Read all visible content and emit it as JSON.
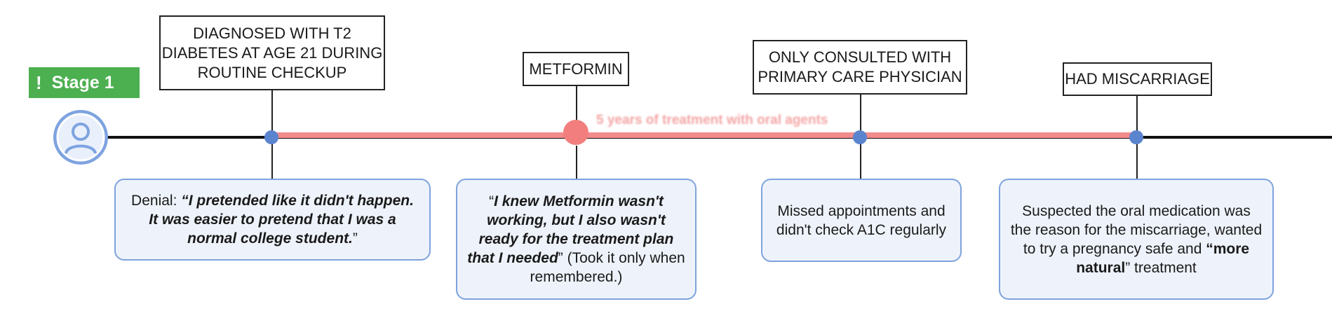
{
  "colors": {
    "line": "#111111",
    "span": "#f28b8b",
    "dot": "#5b84cf",
    "big_dot": "#f27e7e",
    "note_bg": "#eef3fb",
    "note_border": "#7ea3dd",
    "stage_green": "#4caf50"
  },
  "stage": {
    "icon": "exclamation-icon",
    "label": "Stage 1"
  },
  "avatar": {
    "icon": "user-avatar-icon"
  },
  "span": {
    "label": "5 years of treatment with oral agents"
  },
  "events": [
    {
      "label_lines": [
        "Diagnosed with T2",
        "diabetes at age 21 during",
        "routine checkup"
      ],
      "note_parts": [
        {
          "text": "Denial: ",
          "style": "normal"
        },
        {
          "text": "“I pretended like it didn't happen. It was easier to pretend that I was a normal college student.",
          "style": "bold-italic"
        },
        {
          "text": "”",
          "style": "normal"
        }
      ]
    },
    {
      "label_lines": [
        "Metformin"
      ],
      "note_parts": [
        {
          "text": "“",
          "style": "normal"
        },
        {
          "text": "I knew Metformin wasn't working, but I also wasn't ready for the treatment plan that I needed",
          "style": "bold-italic"
        },
        {
          "text": "” (Took it only when remembered.)",
          "style": "normal"
        }
      ]
    },
    {
      "label_lines": [
        "Only consulted with",
        "primary care physician"
      ],
      "note_parts": [
        {
          "text": "Missed appointments and didn't check A1C regularly",
          "style": "normal"
        }
      ]
    },
    {
      "label_lines": [
        "Had miscarriage"
      ],
      "note_parts": [
        {
          "text": "Suspected the oral medication was the reason for the miscarriage, wanted to try a pregnancy safe and ",
          "style": "normal"
        },
        {
          "text": "“more natural",
          "style": "bold"
        },
        {
          "text": "” treatment",
          "style": "normal"
        }
      ]
    }
  ]
}
